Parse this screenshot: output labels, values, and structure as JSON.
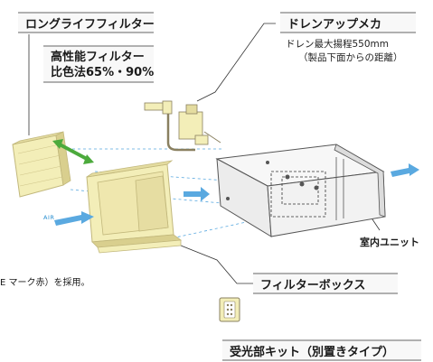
{
  "labels": {
    "long_life_filter": "ロングライフフィルター",
    "high_perf_line1": "高性能フィルター",
    "high_perf_line2": "比色法65%・90%",
    "drain_up": "ドレンアップメカ",
    "drain_note_line1": "ドレン最大揚程550mm",
    "drain_note_line2": "（製品下面からの距離）",
    "indoor_unit": "室内ユニット",
    "filter_box": "フィルターボックス",
    "receiver_kit": "受光部キット（別置きタイプ）",
    "air": "AIR",
    "side_fragment": "E マーク赤）を採用。"
  },
  "colors": {
    "filter_fill": "#f3eeb8",
    "filter_edge": "#c2b87c",
    "unit_fill": "#f0f0f0",
    "unit_edge": "#555555",
    "air_arrow": "#5aa9e0",
    "double_arrow": "#4caa3c",
    "leader_line": "#333333"
  },
  "icons": [
    "air-arrow-icon",
    "double-arrow-icon",
    "remote-receiver-icon"
  ]
}
